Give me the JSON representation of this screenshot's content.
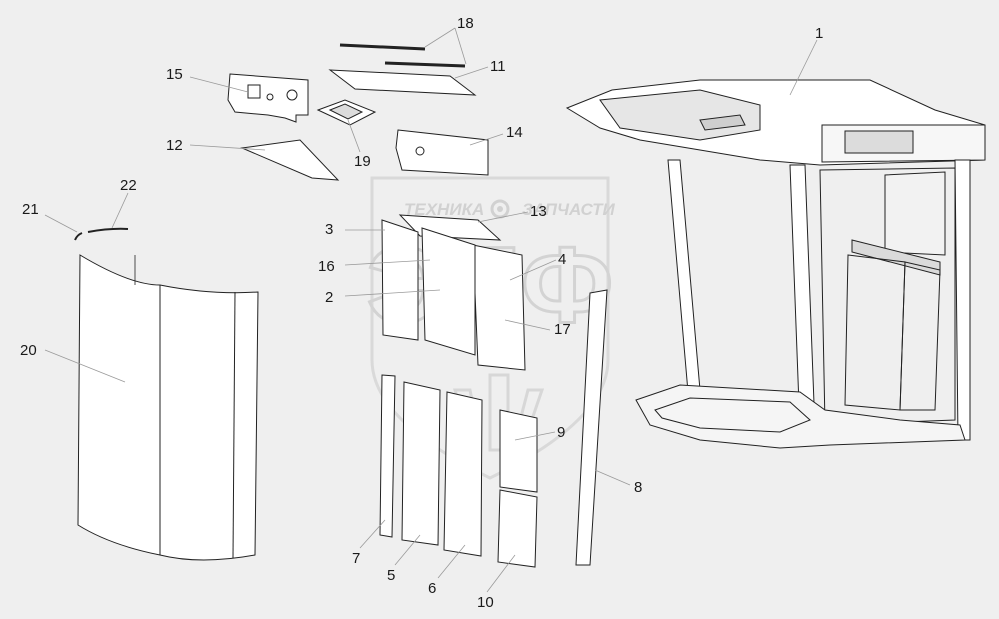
{
  "watermark": {
    "line1": "ТЕХНИКА",
    "line2": "ЗАПЧАСТИ",
    "logo": "ЭПФ",
    "gear_icon": "gear-icon"
  },
  "callouts": [
    "1",
    "2",
    "3",
    "4",
    "5",
    "6",
    "7",
    "8",
    "9",
    "10",
    "11",
    "12",
    "13",
    "14",
    "15",
    "16",
    "17",
    "18",
    "19",
    "20",
    "21",
    "22"
  ],
  "colors": {
    "background": "#efefef",
    "panel_fill": "#ffffff",
    "stroke": "#222222",
    "watermark": "#c8c8c8"
  }
}
